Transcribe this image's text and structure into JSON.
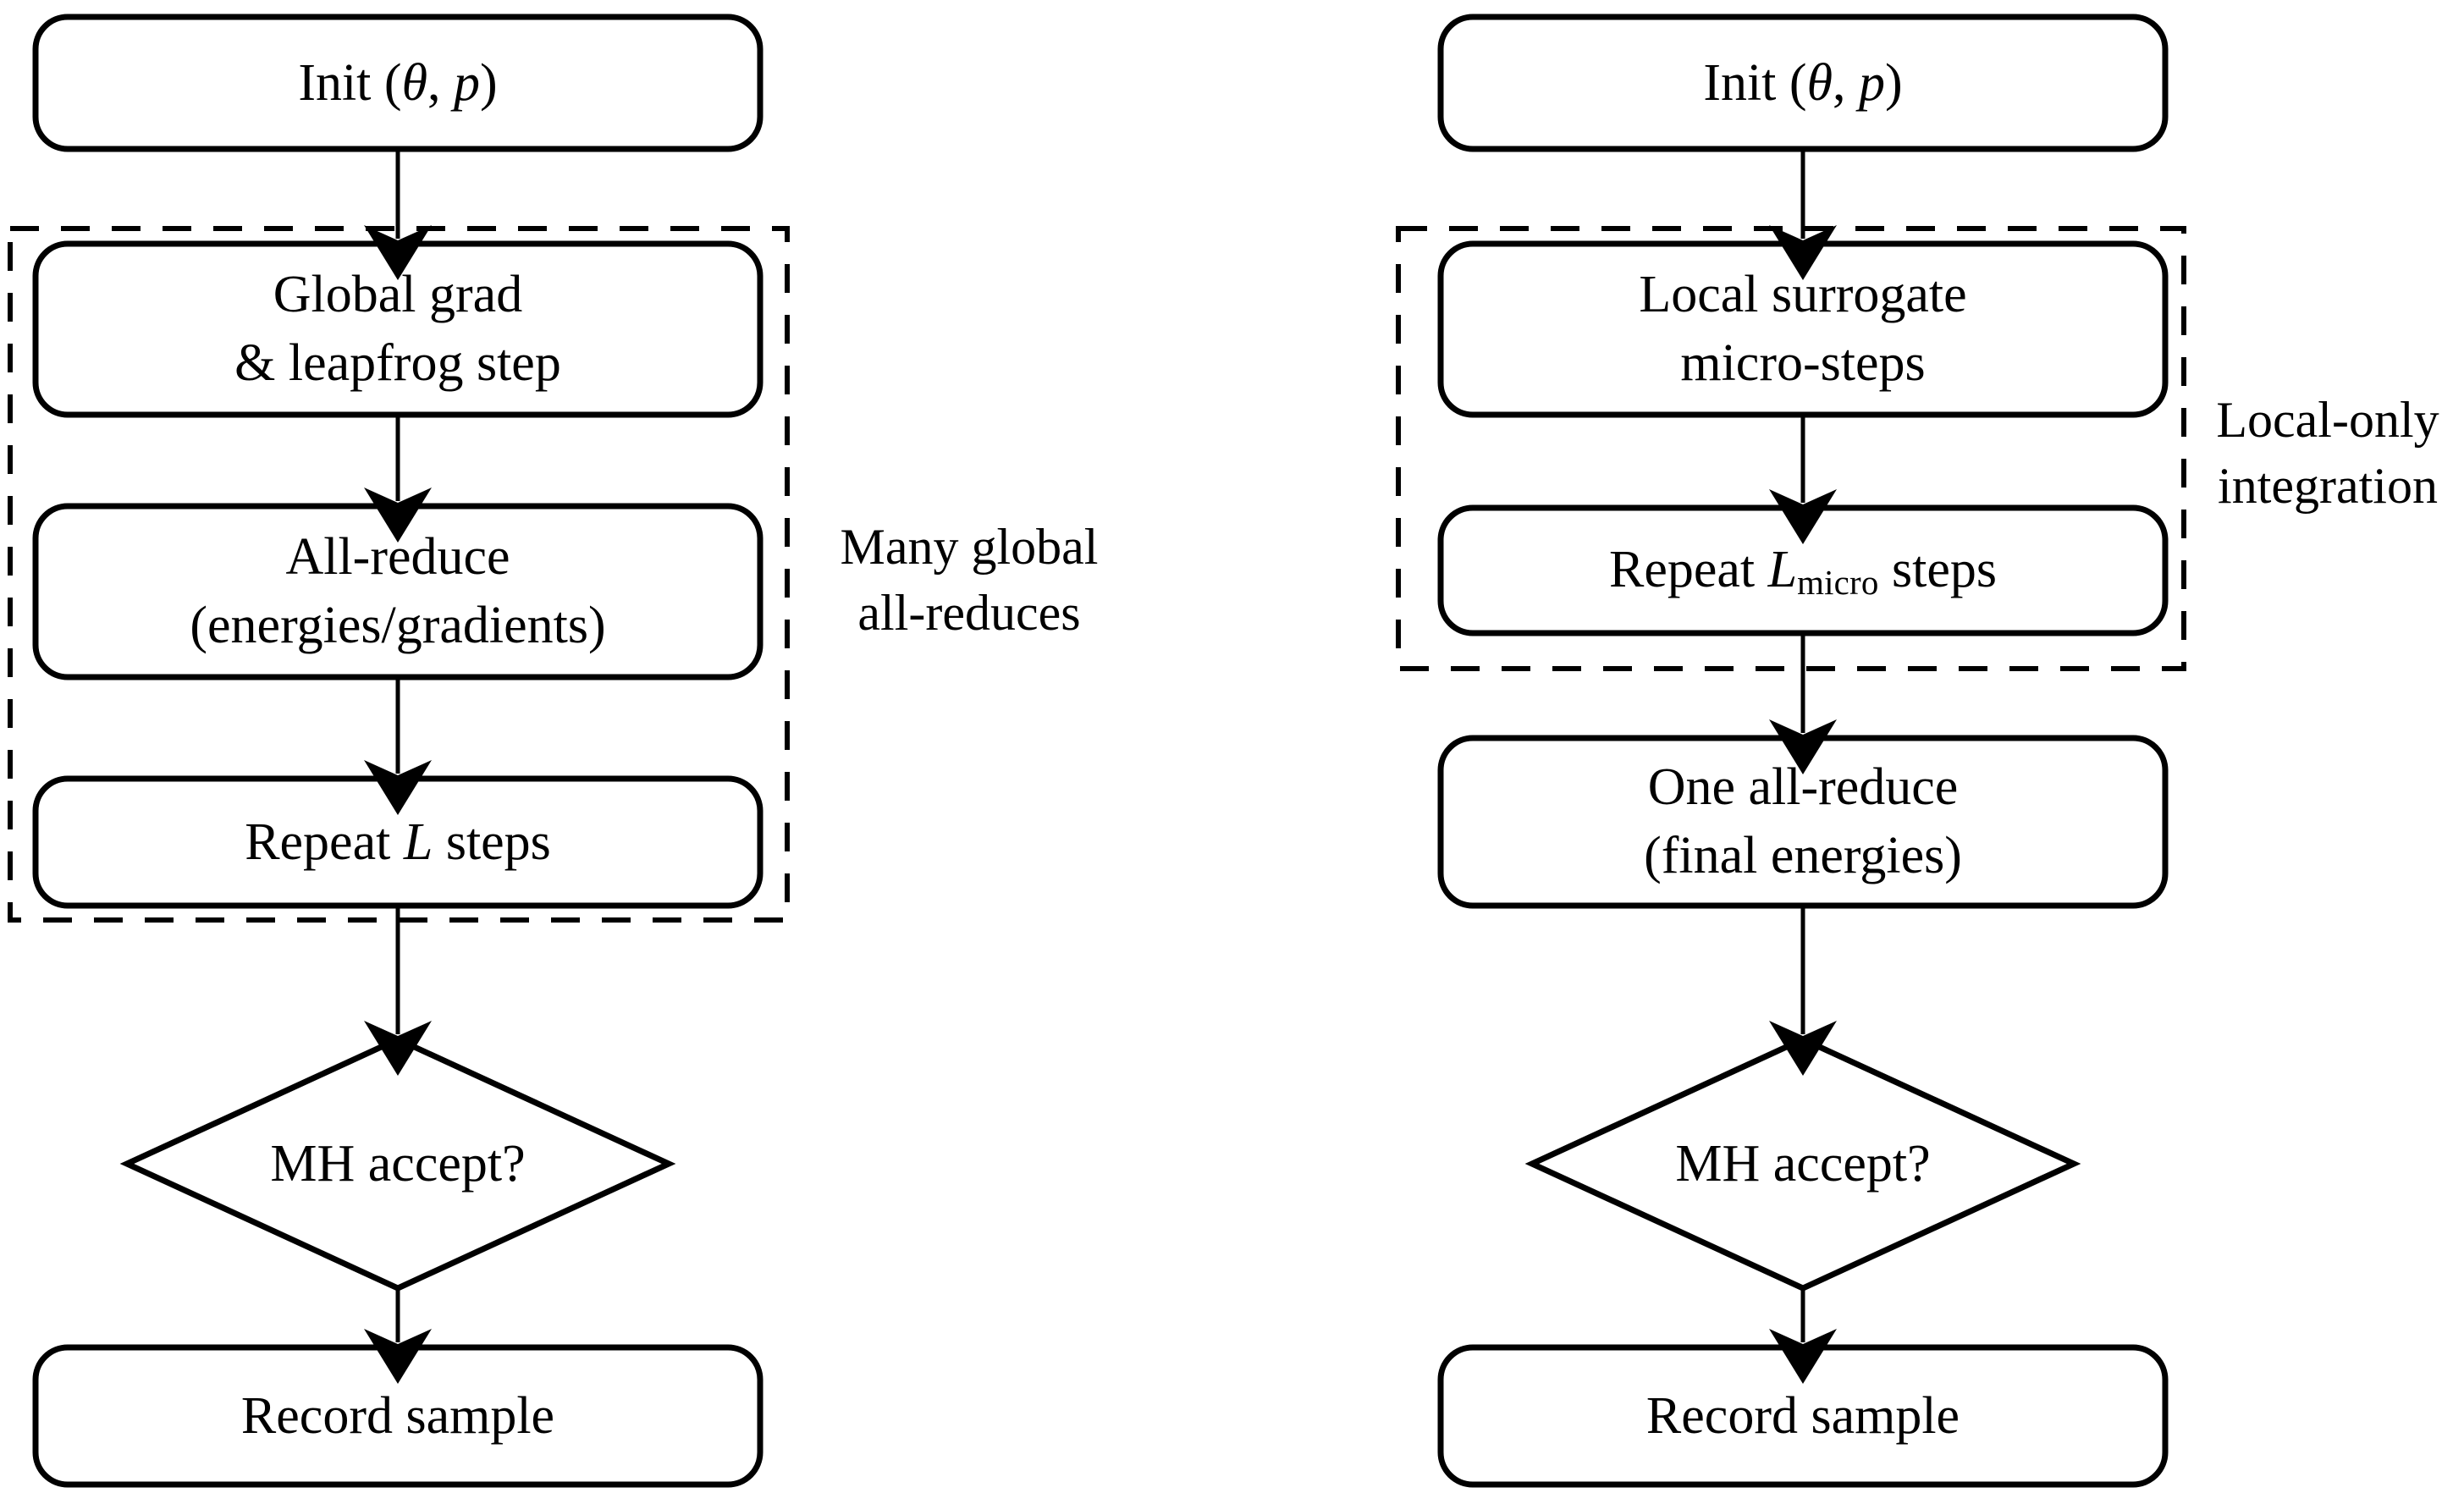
{
  "figure": {
    "type": "flowchart",
    "description": "Two side-by-side HMC sampling flowcharts comparing global all-reduce integration versus local-only surrogate integration",
    "panels": [
      {
        "id": "left",
        "side_label": {
          "line1": "Many global",
          "line2": "all-reduces"
        },
        "nodes": [
          {
            "id": "init",
            "shape": "rounded-rect",
            "line1": "Init (",
            "greek": "θ",
            "comma": ", ",
            "var": "p",
            "line1_end": ")",
            "text": "Init (θ, p)"
          },
          {
            "id": "global-grad",
            "shape": "rounded-rect",
            "line1": "Global grad",
            "line2": "& leapfrog step"
          },
          {
            "id": "all-reduce",
            "shape": "rounded-rect",
            "line1": "All-reduce",
            "line2": "(energies/gradients)"
          },
          {
            "id": "repeat-l",
            "shape": "rounded-rect",
            "prefix": "Repeat ",
            "var": "L",
            "suffix": " steps"
          },
          {
            "id": "mh-accept",
            "shape": "diamond",
            "line1": "MH accept?"
          },
          {
            "id": "record-sample",
            "shape": "rounded-rect",
            "line1": "Record sample"
          }
        ],
        "dashed_group_contains": [
          "global-grad",
          "all-reduce",
          "repeat-l"
        ]
      },
      {
        "id": "right",
        "side_label": {
          "line1": "Local-only",
          "line2": "integration"
        },
        "nodes": [
          {
            "id": "init",
            "shape": "rounded-rect",
            "text": "Init (θ, p)"
          },
          {
            "id": "local-surrogate",
            "shape": "rounded-rect",
            "line1": "Local surrogate",
            "line2": "micro-steps"
          },
          {
            "id": "repeat-lmicro",
            "shape": "rounded-rect",
            "prefix": "Repeat ",
            "var": "L",
            "sub": "micro",
            "suffix": " steps"
          },
          {
            "id": "one-all-reduce",
            "shape": "rounded-rect",
            "line1": "One all-reduce",
            "line2": "(final energies)"
          },
          {
            "id": "mh-accept",
            "shape": "diamond",
            "line1": "MH accept?"
          },
          {
            "id": "record-sample",
            "shape": "rounded-rect",
            "line1": "Record sample"
          }
        ],
        "dashed_group_contains": [
          "local-surrogate",
          "repeat-lmicro"
        ]
      }
    ],
    "colors": {
      "stroke": "#000000",
      "background": "#ffffff",
      "text": "#000000"
    }
  }
}
